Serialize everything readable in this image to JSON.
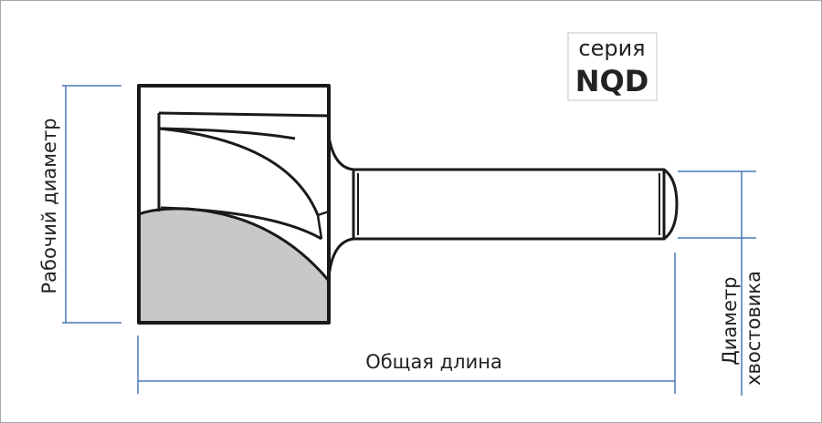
{
  "series_box": {
    "line1": "серия",
    "line2": "NQD"
  },
  "dimensions": {
    "working_diameter": "Рабочий диаметр",
    "overall_length": "Общая длина",
    "shank_diameter_line1": "Диаметр",
    "shank_diameter_line2": "хвостовика"
  },
  "colors": {
    "outline": "#1a1a1a",
    "dimension_line": "#4a78b8",
    "cut_fill": "#c8c8c8"
  }
}
